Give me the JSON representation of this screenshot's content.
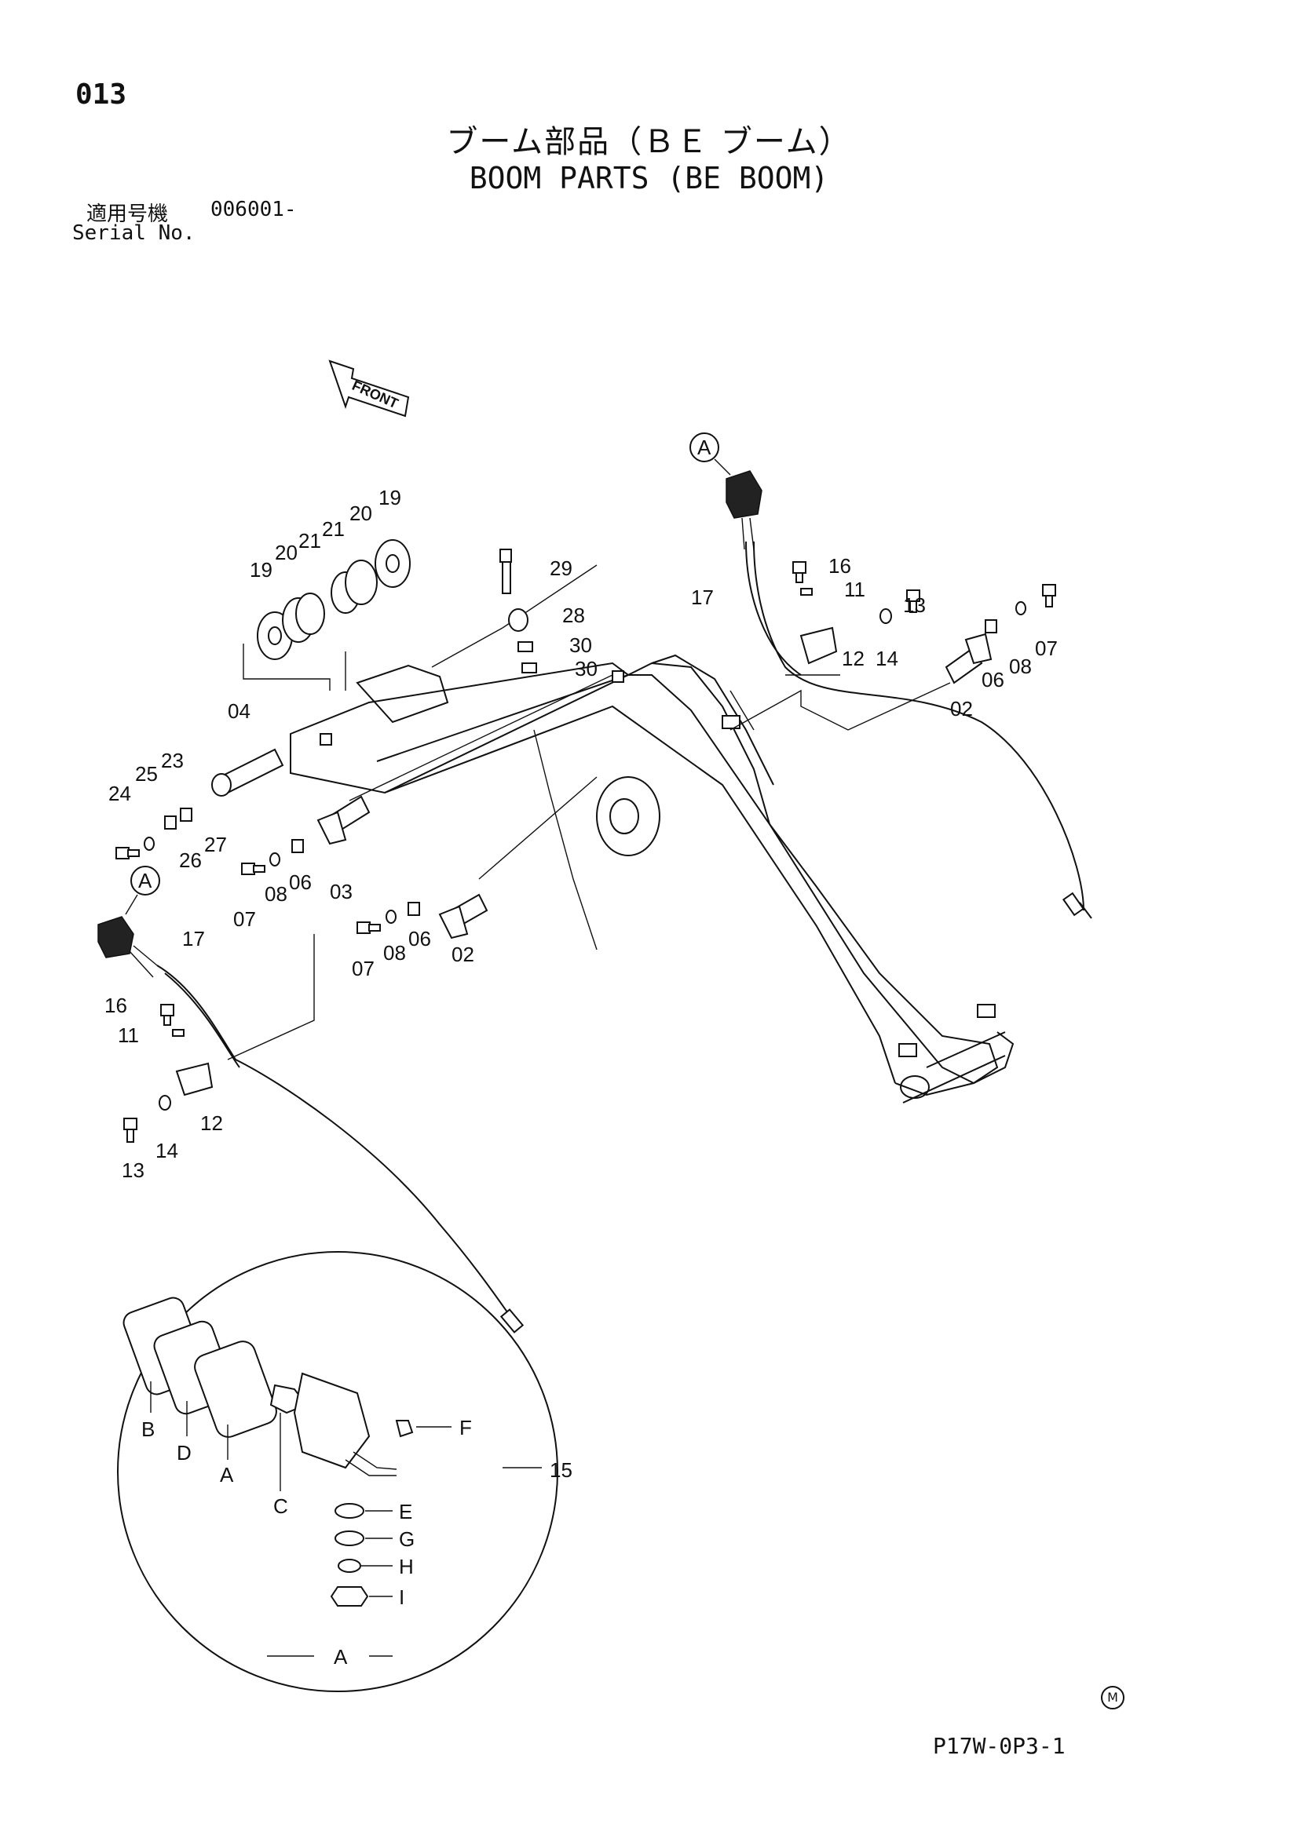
{
  "page": {
    "number": "013",
    "title_jp": "ブーム部品（ＢＥ ブーム）",
    "title_en": "BOOM PARTS (BE BOOM)",
    "serial_label_jp": "適用号機",
    "serial_label_en": "Serial No.",
    "serial_value": "006001-",
    "front_label": "FRONT",
    "footer_code": "P17W-0P3-1",
    "mark": "M"
  },
  "callouts": {
    "c02a": "02",
    "c02b": "02",
    "c03": "03",
    "c04": "04",
    "c06a": "06",
    "c06b": "06",
    "c06c": "06",
    "c07a": "07",
    "c07b": "07",
    "c07c": "07",
    "c08a": "08",
    "c08b": "08",
    "c08c": "08",
    "c11a": "11",
    "c11b": "11",
    "c12a": "12",
    "c12b": "12",
    "c13a": "13",
    "c13b": "13",
    "c14a": "14",
    "c14b": "14",
    "c15": "15",
    "c16a": "16",
    "c16b": "16",
    "c17a": "17",
    "c17b": "17",
    "c19a": "19",
    "c19b": "19",
    "c20a": "20",
    "c20b": "20",
    "c21a": "21",
    "c21b": "21",
    "c23": "23",
    "c24": "24",
    "c25": "25",
    "c26": "26",
    "c27": "27",
    "c28": "28",
    "c29": "29",
    "c30a": "30",
    "c30b": "30",
    "refA1": "A",
    "refA2": "A",
    "refA3": "A",
    "dA": "A",
    "dB": "B",
    "dC": "C",
    "dD": "D",
    "dE": "E",
    "dF": "F",
    "dG": "G",
    "dH": "H",
    "dI": "I"
  }
}
